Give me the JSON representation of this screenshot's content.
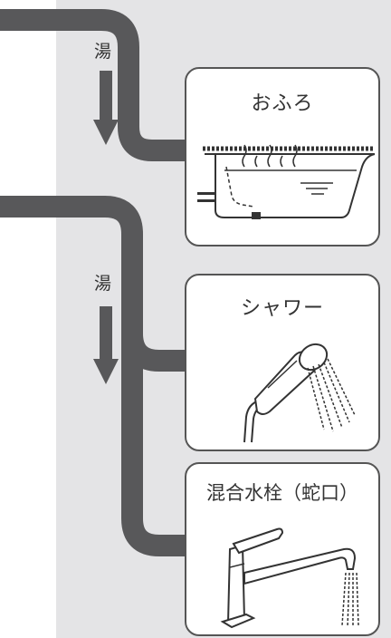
{
  "flow_labels": [
    "湯",
    "湯"
  ],
  "fixtures": [
    {
      "label": "おふろ",
      "icon": "bathtub-icon"
    },
    {
      "label": "シャワー",
      "icon": "shower-head-icon"
    },
    {
      "label": "混合水栓（蛇口）",
      "icon": "faucet-icon"
    }
  ],
  "colors": {
    "pipe": "#58585a",
    "panel": "#e4e4e6",
    "line": "#555555"
  }
}
